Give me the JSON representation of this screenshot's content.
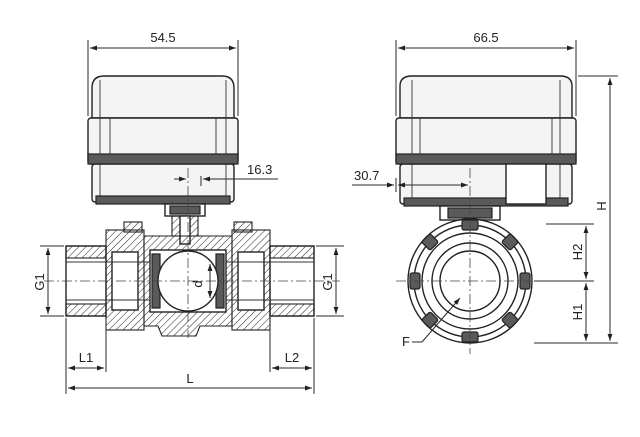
{
  "front_view": {
    "dim_width": "54.5",
    "dim_stem": "16.3",
    "dim_port": "G1",
    "dim_port_right": "G1",
    "dim_bore": "d",
    "dim_thread_left": "L1",
    "dim_thread_right": "L2",
    "dim_length": "L"
  },
  "side_view": {
    "dim_width": "66.5",
    "dim_offset": "30.7",
    "dim_height": "H",
    "dim_h2": "H2",
    "dim_h1": "H1",
    "dim_face": "F"
  }
}
